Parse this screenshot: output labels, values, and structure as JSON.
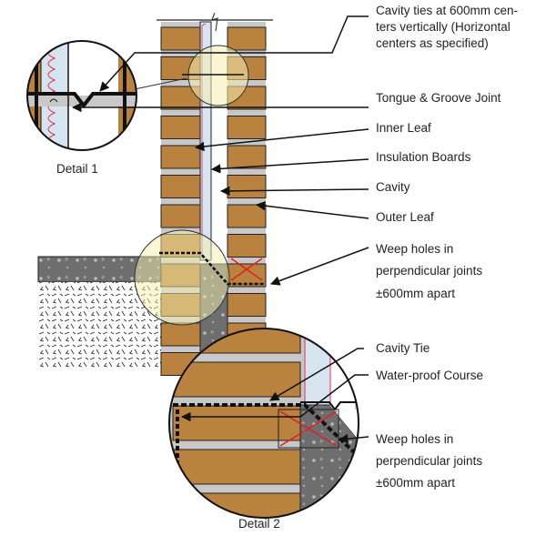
{
  "labels": {
    "cavity_ties": [
      "Cavity ties at 600mm cen-",
      "ters vertically (Horizontal",
      "centers as specified)"
    ],
    "tongue_groove": "Tongue & Groove Joint",
    "inner_leaf": "Inner Leaf",
    "insulation": "Insulation Boards",
    "cavity": "Cavity",
    "outer_leaf": "Outer Leaf",
    "weep_holes_1": [
      "Weep holes in",
      "perpendicular joints",
      "±600mm apart"
    ],
    "cavity_tie": "Cavity Tie",
    "waterproof": "Water-proof Course",
    "weep_holes_2": [
      "Weep holes in",
      "perpendicular joints",
      "±600mm apart"
    ],
    "detail1": "Detail 1",
    "detail2": "Detail 2"
  },
  "colors": {
    "brick": "#b9823f",
    "mortar": "#c8c8c8",
    "concrete": "#707070",
    "insulation": "#d6e4f0",
    "insulation_line": "#e0304a",
    "highlight": "#f6efb0",
    "weep_cross": "#e02020"
  }
}
